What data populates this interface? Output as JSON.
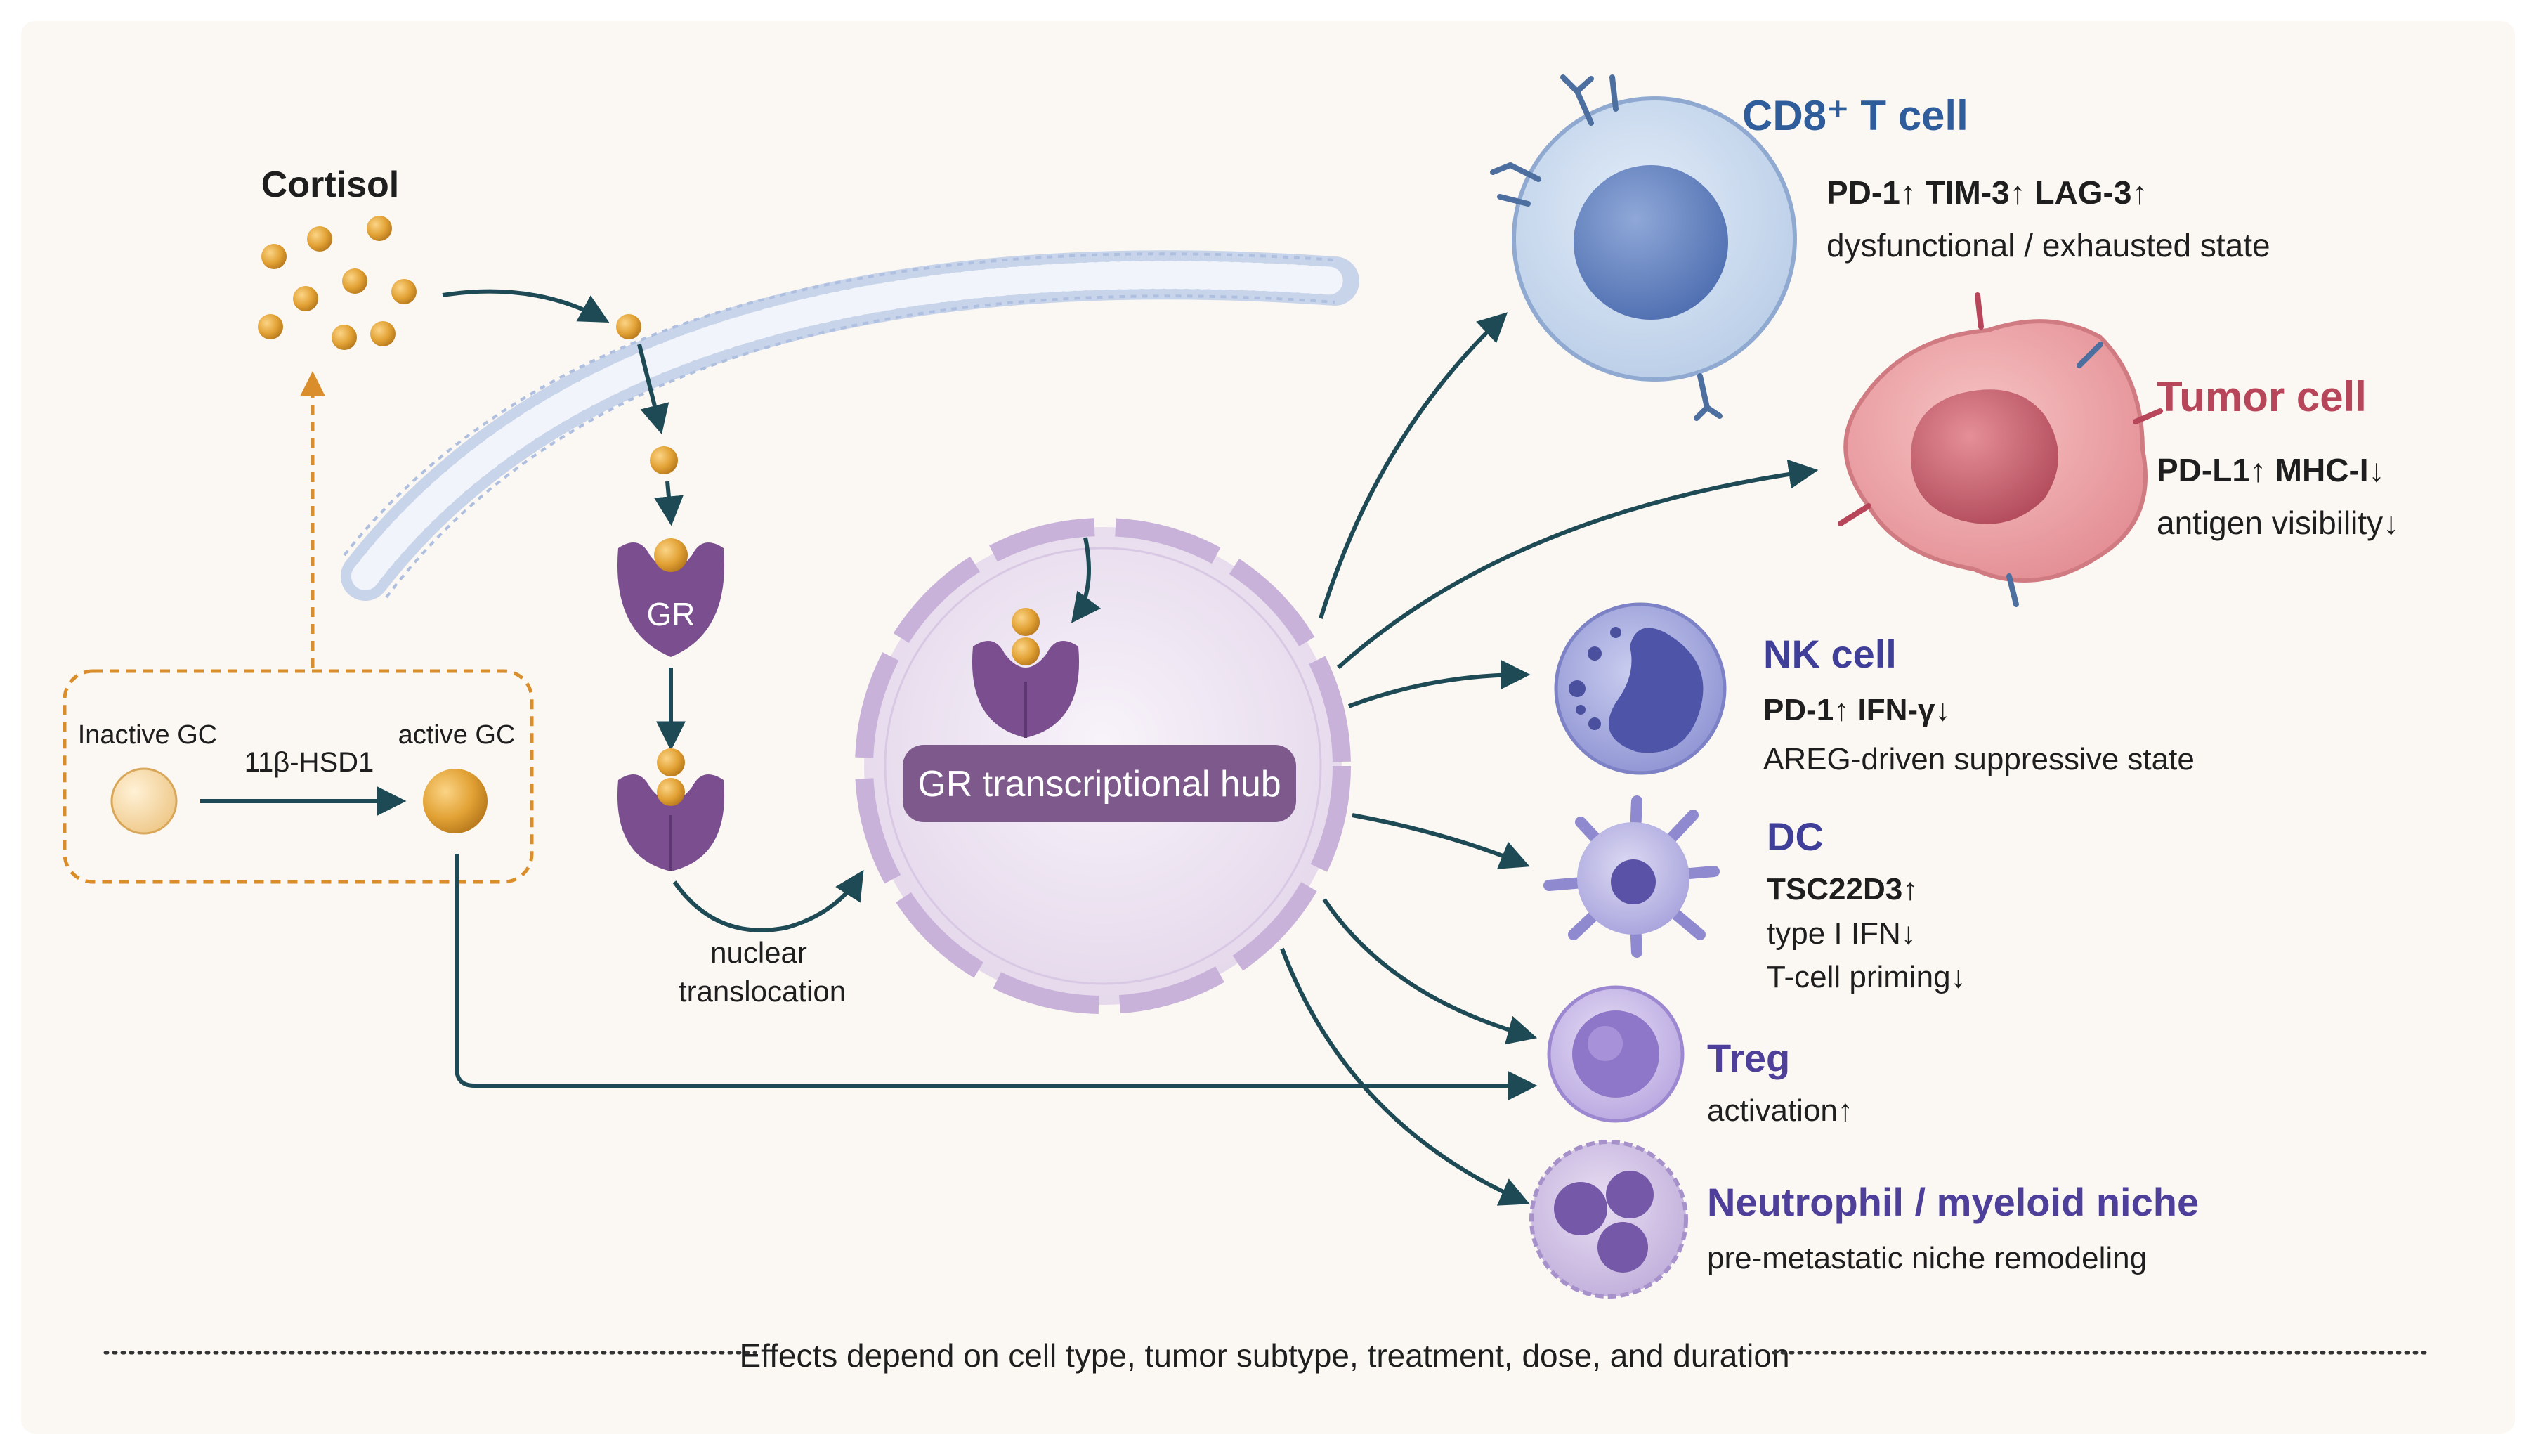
{
  "cortisol": {
    "label": "Cortisol"
  },
  "activation_box": {
    "inactive_label": "Inactive GC",
    "active_label": "active GC",
    "enzyme_label": "11β-HSD1"
  },
  "receptor": {
    "label": "GR"
  },
  "translocation": {
    "line1": "nuclear",
    "line2": "translocation"
  },
  "hub": {
    "label": "GR transcriptional hub"
  },
  "targets": {
    "cd8": {
      "title": "CD8⁺ T cell",
      "line1": "PD-1↑  TIM-3↑  LAG-3↑",
      "line2": "dysfunctional / exhausted state"
    },
    "tumor": {
      "title": "Tumor cell",
      "line1": "PD-L1↑  MHC-I↓",
      "line2": "antigen visibility↓"
    },
    "nk": {
      "title": "NK cell",
      "line1": "PD-1↑  IFN-γ↓",
      "line2": "AREG-driven suppressive state"
    },
    "dc": {
      "title": "DC",
      "line1": "TSC22D3↑",
      "line2": "type I IFN↓",
      "line3": "T-cell priming↓"
    },
    "treg": {
      "title": "Treg",
      "line1": "activation↑"
    },
    "neutrophil": {
      "title": "Neutrophil / myeloid niche",
      "line1": "pre-metastatic niche remodeling"
    }
  },
  "footer": {
    "note": "Effects depend on cell type, tumor subtype, treatment, dose, and duration"
  },
  "colors": {
    "background": "#fbf7f2",
    "cortisol": "#e2a235",
    "receptor": "#7b4f8f",
    "hub_label_bg": "#7e5a8c",
    "arrow": "#1d4a55",
    "dashed": "#d98d2b",
    "cd8_title": "#2f5c9a",
    "tumor_title": "#b8465a",
    "nk_title": "#3f3f9a",
    "treg_title": "#4d3f9a",
    "neutrophil_title": "#4d3f9a"
  }
}
